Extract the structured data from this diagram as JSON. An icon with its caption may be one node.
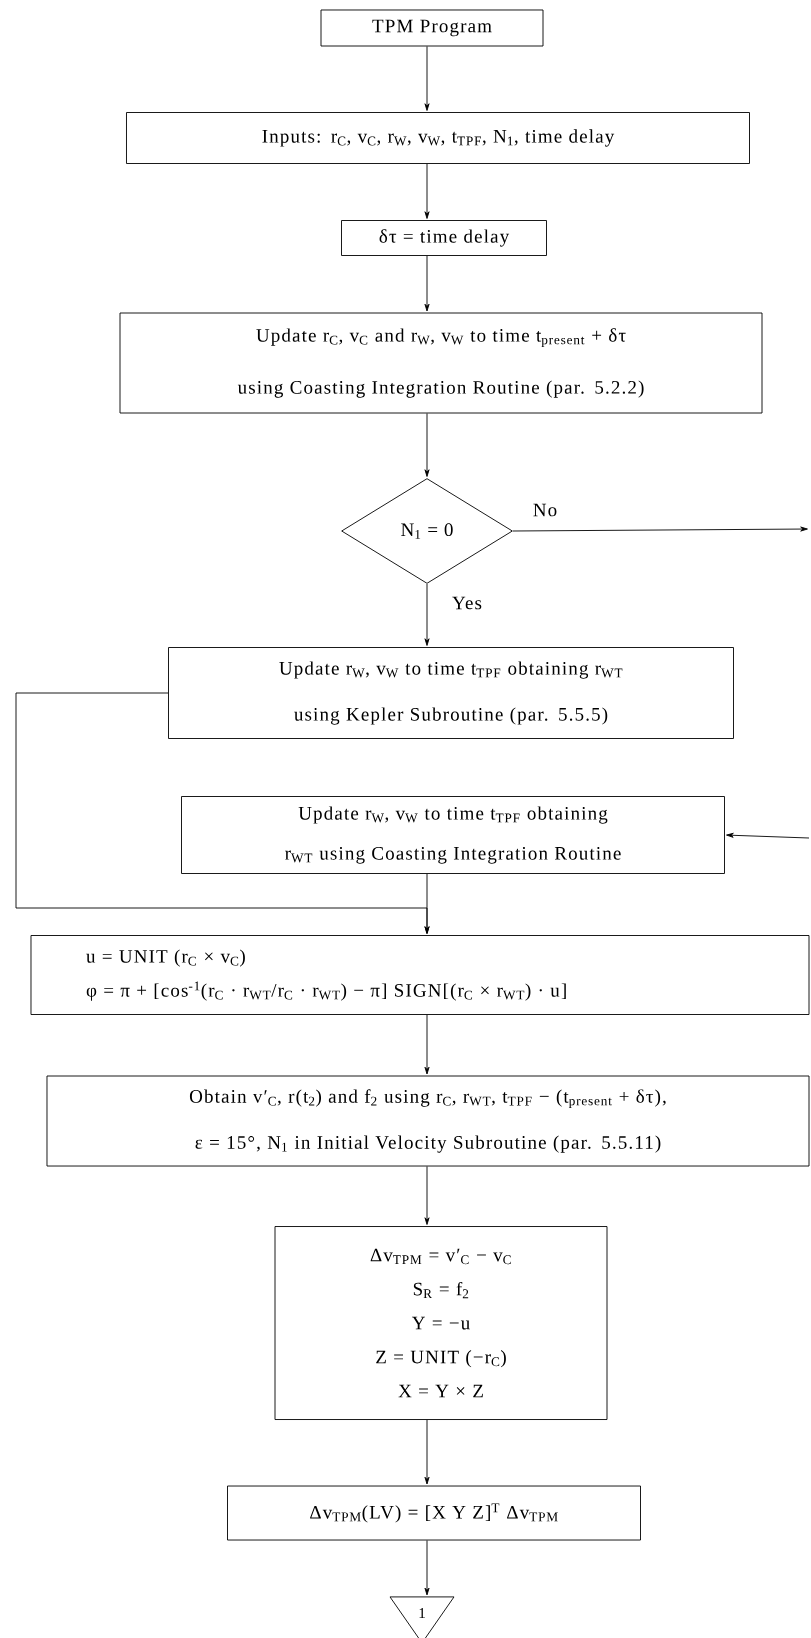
{
  "diagram": {
    "nodes": [
      {
        "text": [
          "TPM Program"
        ]
      },
      {
        "text": [
          "Inputs: r$_{C}$, v$_{C}$, r$_{W}$, v$_{W}$, t$_{TPF}$, N$_{1}$, time delay"
        ]
      },
      {
        "text": [
          "δτ = time delay"
        ]
      },
      {
        "text": [
          "Update r$_{C}$, v$_{C}$ and r$_{W}$, v$_{W}$ to time t$_{present}$ + δτ using Coasting Integration Routine (par. 5.2.2)"
        ]
      },
      {
        "text": [
          "N$_{1}$ = 0"
        ]
      },
      {
        "text": [
          "Update r$_{W}$, v$_{W}$ to time t$_{TPF}$ obtaining r$_{WT}$ using Kepler Subroutine (par. 5.5.5)"
        ]
      },
      {
        "text": [
          "Update r$_{W}$, v$_{W}$ to time t$_{TPF}$ obtaining r$_{WT}$ using Coasting Integration Routine"
        ]
      },
      {
        "text": [
          "u = UNIT (r$_{C}$ × v$_{C}$)",
          "φ = π + [cos$^{-1}$(r$_{C}$ · r$_{WT}$/r$_{C}$ · r$_{WT}$) − π] SIGN[(r$_{C}$ × r$_{WT}$) · u]"
        ]
      },
      {
        "text": [
          "Obtain v′$_{C}$, r(t$_{2}$) and f$_{2}$ using r$_{C}$, r$_{WT}$, t$_{TPF}$ − (t$_{present}$ + δτ), ε = 15°, N$_{1}$ in Initial Velocity Subroutine (par. 5.5.11)"
        ]
      },
      {
        "text": [
          "Δv$_{TPM}$ = v′$_{C}$ − v$_{C}$",
          "S$_{R}$ = f$_{2}$",
          "Y = −u",
          "Z = UNIT (−r$_{C}$)",
          "X = Y × Z"
        ]
      },
      {
        "text": [
          "Δv$_{TPM}$(LV) = [X Y Z]$^{T}$ Δv$_{TPM}$"
        ]
      },
      {
        "text": [
          "1"
        ]
      }
    ],
    "edges": [
      {
        "from": 0,
        "to": 1,
        "arrow": "to"
      },
      {
        "from": 1,
        "to": 2,
        "arrow": "to"
      },
      {
        "from": 2,
        "to": 3,
        "arrow": "to"
      },
      {
        "from": 3,
        "to": 4,
        "arrow": "to"
      },
      {
        "from": 4,
        "to": 5,
        "arrow": "to",
        "label": "Yes"
      },
      {
        "from": 4,
        "to": null,
        "arrow": "to",
        "label": "No"
      },
      {
        "from": null,
        "to": 6,
        "arrow": "to"
      },
      {
        "from": 5,
        "to": 7,
        "arrow": "to"
      },
      {
        "from": 6,
        "to": 7,
        "arrow": "to"
      },
      {
        "from": 7,
        "to": 8,
        "arrow": "to"
      },
      {
        "from": 8,
        "to": 9,
        "arrow": "to"
      },
      {
        "from": 9,
        "to": 10,
        "arrow": "to"
      },
      {
        "from": 10,
        "to": 11,
        "arrow": "to"
      }
    ]
  }
}
